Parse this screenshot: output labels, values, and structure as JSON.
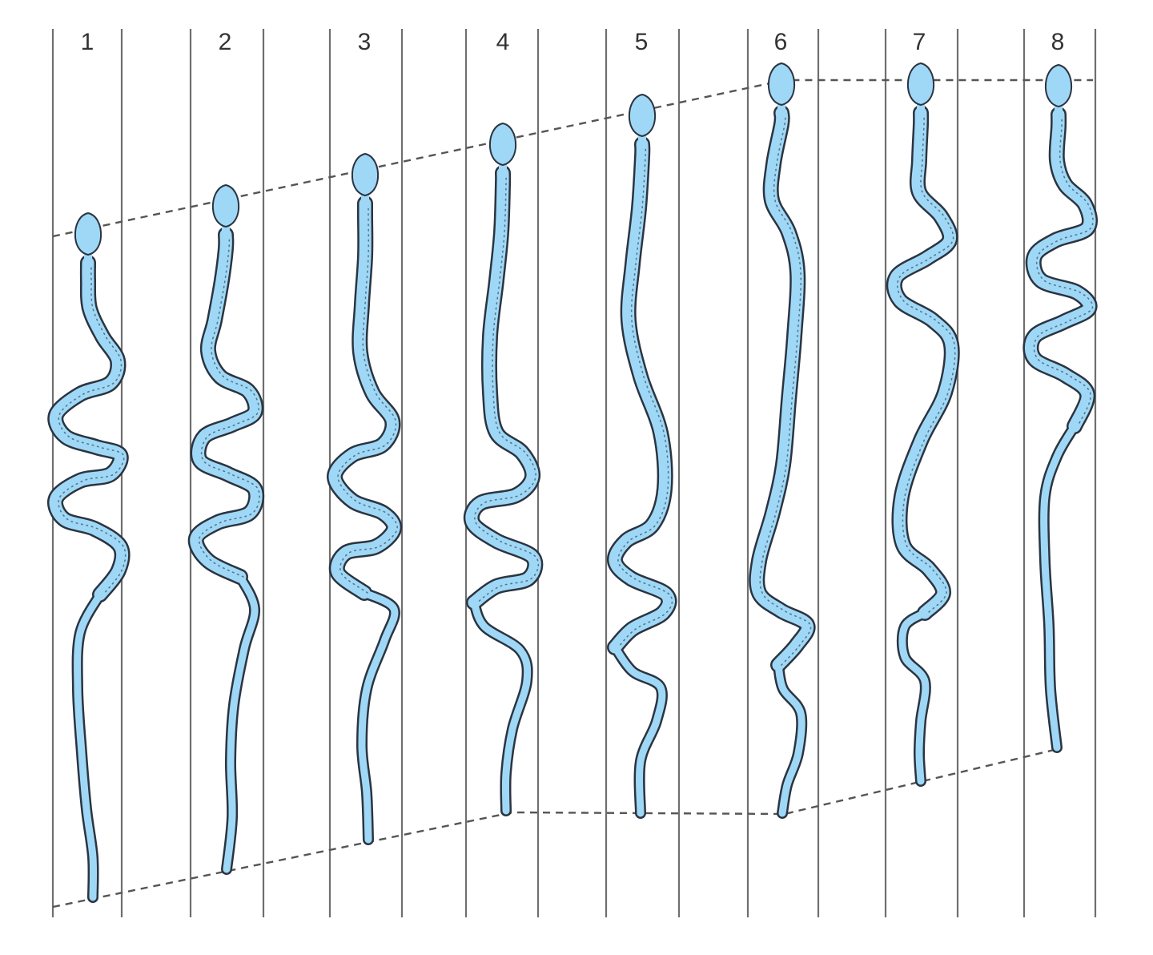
{
  "colors": {
    "snake_fill": "#9fd8f6",
    "snake_outline": "#2b3440",
    "grid_line": "#6f6f6f",
    "envelope_line": "#555555"
  },
  "frames": [
    {
      "label": "1"
    },
    {
      "label": "2"
    },
    {
      "label": "3"
    },
    {
      "label": "4"
    },
    {
      "label": "5"
    },
    {
      "label": "6"
    },
    {
      "label": "7"
    },
    {
      "label": "8"
    }
  ]
}
